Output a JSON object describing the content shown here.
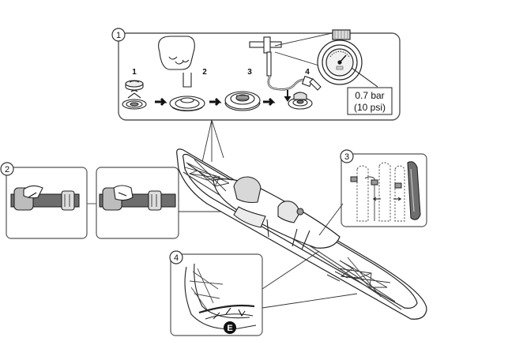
{
  "callouts": {
    "c1": "1",
    "c2": "2",
    "c3": "3",
    "c4": "4",
    "e": "E"
  },
  "steps": [
    "1",
    "2",
    "3",
    "4"
  ],
  "pressure": {
    "line1": "0.7 bar",
    "line2": "(10 psi)"
  },
  "colors": {
    "ink": "#1a1a1a",
    "light_gray": "#9a9a9a",
    "mid_gray": "#6e6e6e"
  }
}
